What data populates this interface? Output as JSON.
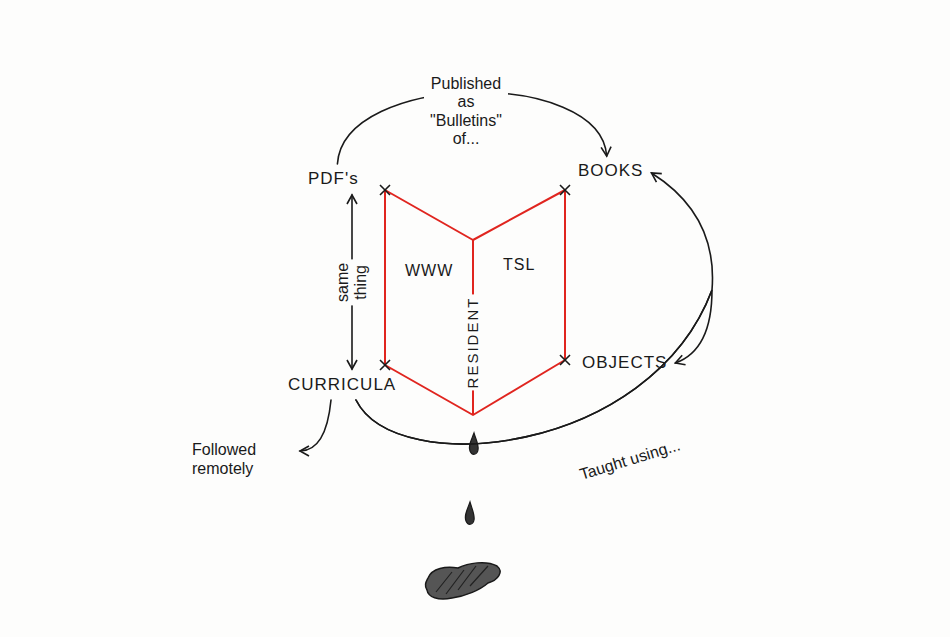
{
  "diagram": {
    "nodes": [
      {
        "text": [
          "PDF's"
        ]
      },
      {
        "text": [
          "BOOKS"
        ]
      },
      {
        "text": [
          "WWW",
          "RESIDENT",
          "TSL"
        ]
      },
      {
        "text": [
          "CURRICULA"
        ]
      },
      {
        "text": [
          "OBJECTS"
        ]
      },
      {
        "text": [
          "Followed remotely"
        ]
      }
    ],
    "edges": [
      {
        "from": 0,
        "to": 1,
        "arrow": "to",
        "label": "Published as \"Bulletins\" of..."
      },
      {
        "from": 0,
        "to": 3,
        "arrow": "both",
        "label": "same thing"
      },
      {
        "from": 3,
        "to": 1,
        "arrow": "to",
        "label": "Taught using..."
      },
      {
        "from": 3,
        "to": 4,
        "arrow": "to"
      },
      {
        "from": 3,
        "to": 5,
        "arrow": "to"
      }
    ]
  }
}
